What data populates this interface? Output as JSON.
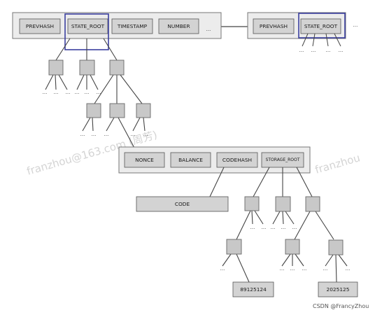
{
  "block1": {
    "fields": [
      "PREVHASH",
      "STATE_ROOT",
      "TIMESTAMP",
      "NUMBER"
    ],
    "ellipsis": "..."
  },
  "block2": {
    "fields": [
      "PREVHASH",
      "STATE_ROOT"
    ],
    "ellipsis": "..."
  },
  "account": {
    "fields": [
      "NONCE",
      "BALANCE",
      "CODEHASH",
      "STORAGE_ROOT"
    ]
  },
  "code_box": "CODE",
  "storage_values": [
    "89125124",
    "2025125"
  ],
  "ellipsis": "...",
  "watermark": {
    "left": "franzhou@163.com (周芳)",
    "right": "franzhou"
  },
  "credit": "CSDN @FrancyZhou",
  "colors": {
    "field_fill": "#d3d3d3",
    "container_fill": "#ececec",
    "node_fill": "#c8c8c8",
    "highlight": "#3b3fa0"
  }
}
